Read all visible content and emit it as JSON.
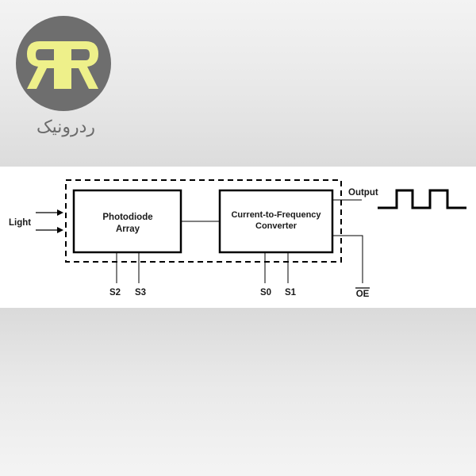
{
  "logo": {
    "monogram": "RR",
    "text": "ردرونیک",
    "colors": {
      "circle": "#6e6e6e",
      "letters": "#eef08a"
    }
  },
  "diagram": {
    "input_label": "Light",
    "block_photodiode": {
      "line1": "Photodiode",
      "line2": "Array"
    },
    "block_converter": {
      "line1": "Current-to-Frequency",
      "line2": "Converter"
    },
    "output_label": "Output",
    "pins": {
      "s2": "S2",
      "s3": "S3",
      "s0": "S0",
      "s1": "S1",
      "oe": "OE"
    }
  }
}
